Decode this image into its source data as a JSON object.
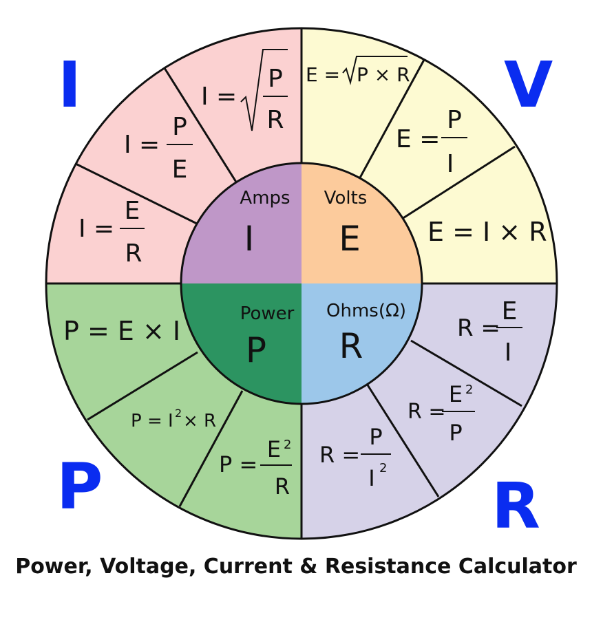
{
  "corners": {
    "i": "I",
    "v": "V",
    "p": "P",
    "r": "R"
  },
  "caption": "Power, Voltage, Current & Resistance Calculator",
  "hub": {
    "amps": {
      "label": "Amps",
      "letter": "I"
    },
    "volts": {
      "label": "Volts",
      "letter": "E"
    },
    "power": {
      "label": "Power",
      "letter": "P"
    },
    "ohms": {
      "label": "Ohms(Ω)",
      "letter": "R"
    }
  },
  "formulas": {
    "i_sqrt": {
      "lhs": "I =",
      "num": "P",
      "den": "R"
    },
    "i_pe": {
      "lhs": "I =",
      "num": "P",
      "den": "E"
    },
    "i_er": {
      "lhs": "I =",
      "num": "E",
      "den": "R"
    },
    "e_sqrt": {
      "lhs": "E =",
      "rad": "P × R"
    },
    "e_pi": {
      "lhs": "E =",
      "num": "P",
      "den": "I"
    },
    "e_ir": {
      "text": "E = I × R"
    },
    "r_ei": {
      "lhs": "R =",
      "num": "E",
      "den": "I"
    },
    "r_e2p": {
      "lhs": "R =",
      "num": "E",
      "num_exp": "2",
      "den": "P"
    },
    "r_pi2": {
      "lhs": "R =",
      "num": "P",
      "den": "I",
      "den_exp": "2"
    },
    "p_ei": {
      "text": "P = E × I"
    },
    "p_i2r": {
      "a": "P = I",
      "exp": "2",
      "b": "× R"
    },
    "p_e2r": {
      "lhs": "P =",
      "num": "E",
      "num_exp": "2",
      "den": "R"
    }
  },
  "colors": {
    "current": "#fbd1d1",
    "voltage": "#fdfad2",
    "power": "#a7d59a",
    "resistance": "#d6d2e8",
    "hub_amps": "#bf97c8",
    "hub_volts": "#fccb9c",
    "hub_power": "#2c9461",
    "hub_ohms": "#9cc7ea",
    "letters": "#0a2cf0"
  }
}
